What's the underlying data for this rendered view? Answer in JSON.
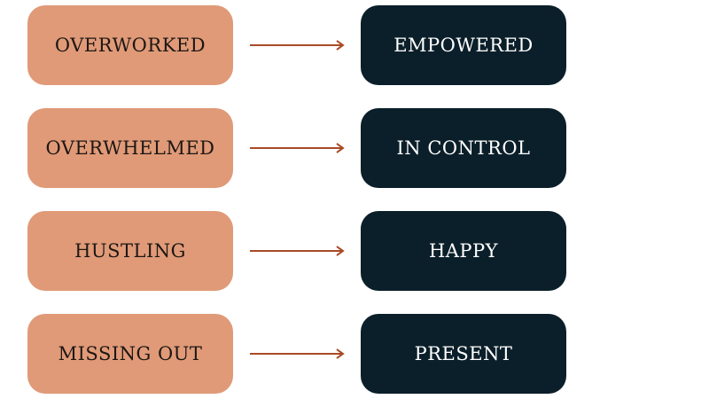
{
  "colors": {
    "from_box": "#e09a78",
    "to_box": "#0b1f2a",
    "arrow": "#a94a26"
  },
  "transformations": [
    {
      "from": "OVERWORKED",
      "to": "EMPOWERED"
    },
    {
      "from": "OVERWHELMED",
      "to": "IN CONTROL"
    },
    {
      "from": "HUSTLING",
      "to": "HAPPY"
    },
    {
      "from": "MISSING OUT",
      "to": "PRESENT"
    }
  ]
}
